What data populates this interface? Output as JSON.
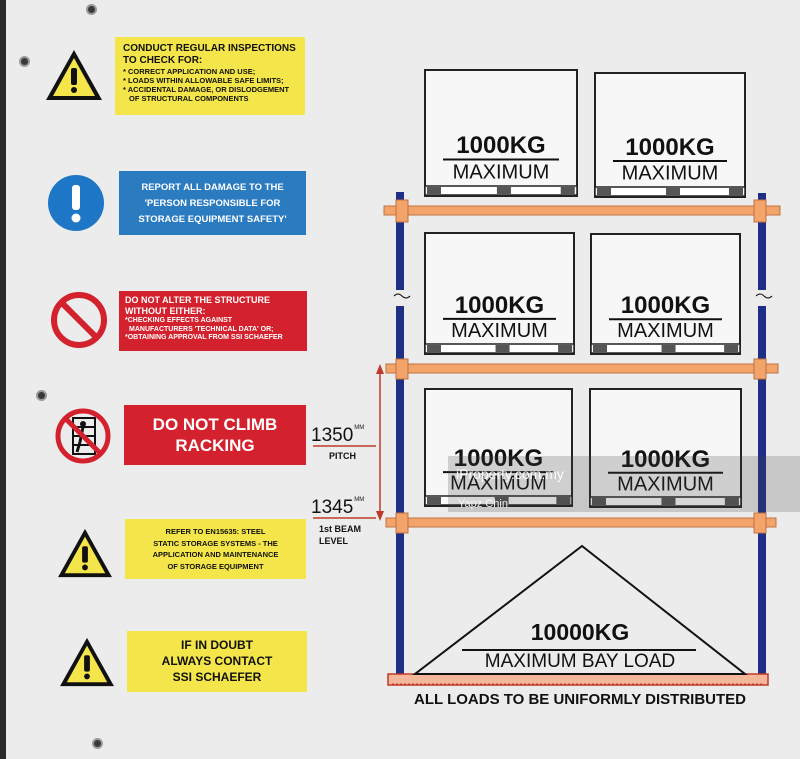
{
  "signs": {
    "inspect": {
      "title": "CONDUCT REGULAR INSPECTIONS TO CHECK FOR:",
      "items": [
        "* CORRECT APPLICATION AND USE;",
        "* LOADS WITHIN ALLOWABLE SAFE LIMITS;",
        "* ACCIDENTAL DAMAGE, OR DISLODGEMENT",
        "OF STRUCTURAL COMPONENTS"
      ]
    },
    "report": {
      "lines": [
        "REPORT ALL DAMAGE TO THE",
        "'PERSON RESPONSIBLE FOR",
        "STORAGE EQUIPMENT SAFETY'"
      ]
    },
    "alter": {
      "title": "DO NOT ALTER THE STRUCTURE WITHOUT EITHER:",
      "items": [
        "*CHECKING EFFECTS AGAINST",
        "MANUFACTURERS 'TECHNICAL DATA' OR;",
        "*OBTAINING APPROVAL FROM SSI SCHAEFER"
      ]
    },
    "climb": {
      "lines": [
        "DO NOT CLIMB",
        "RACKING"
      ]
    },
    "refer": {
      "lines": [
        "REFER TO EN15635: STEEL",
        "STATIC STORAGE SYSTEMS - THE",
        "APPLICATION AND MAINTENANCE",
        "OF STORAGE EQUIPMENT"
      ]
    },
    "doubt": {
      "lines": [
        "IF IN DOUBT",
        "ALWAYS CONTACT",
        "SSI SCHAEFER"
      ]
    }
  },
  "icons": [
    "warning-icon",
    "info-icon",
    "prohibited-icon",
    "no-climbing-icon",
    "warning-icon",
    "warning-icon"
  ],
  "dimensions": {
    "pitch": {
      "value": "1350",
      "unit": "MM",
      "caption": "PITCH"
    },
    "first_beam": {
      "value": "1345",
      "unit": "MM",
      "caption_1": "1st BEAM",
      "caption_2": "LEVEL"
    }
  },
  "rack": {
    "load_weight": "1000KG",
    "load_label": "MAXIMUM",
    "bay_load_weight": "10000KG",
    "bay_load_label": "MAXIMUM BAY LOAD",
    "footer": "ALL LOADS TO BE UNIFORMLY DISTRIBUTED"
  },
  "watermark": {
    "brand": "iProperty.com.my",
    "author": "Yapz Chin"
  },
  "colors": {
    "yellow": "#f4e64a",
    "blue": "#2a7bbf",
    "red": "#d3222e",
    "upright": "#1f2f86",
    "beam": "#f2a46a"
  }
}
